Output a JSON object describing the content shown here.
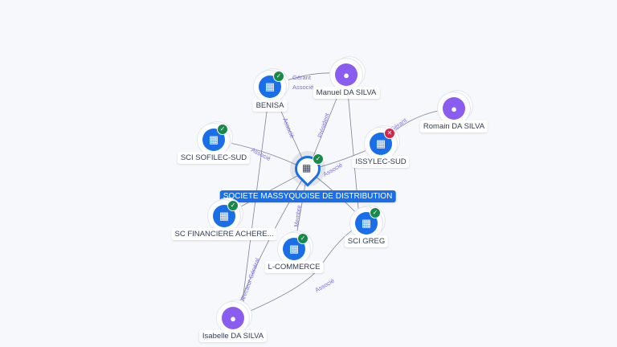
{
  "central": {
    "name": "SOCIETE MASSYQUOISE DE DISTRIBUTION",
    "icon": "building-icon",
    "status": "active"
  },
  "nodes": [
    {
      "id": "benisa",
      "name": "BENISA",
      "type": "company",
      "status": "active"
    },
    {
      "id": "manuel",
      "name": "Manuel DA SILVA",
      "type": "person"
    },
    {
      "id": "romain",
      "name": "Romain DA SILVA",
      "type": "person"
    },
    {
      "id": "sofilec",
      "name": "SCI SOFILEC-SUD",
      "type": "company",
      "status": "active"
    },
    {
      "id": "issylec",
      "name": "ISSYLEC-SUD",
      "type": "company",
      "status": "closed"
    },
    {
      "id": "financiere",
      "name": "SC FINANCIERE ACHERE...",
      "type": "company",
      "status": "active"
    },
    {
      "id": "greg",
      "name": "SCI GREG",
      "type": "company",
      "status": "active"
    },
    {
      "id": "lcommerce",
      "name": "L-COMMERCE",
      "type": "company",
      "status": "active"
    },
    {
      "id": "isabelle",
      "name": "Isabelle DA SILVA",
      "type": "person"
    }
  ],
  "edge_labels": {
    "gerant": "Gérant",
    "associe": "Associé",
    "president": "Président",
    "membre": "Membre",
    "dg": "Directeur Général"
  },
  "colors": {
    "company": "#1a6fe8",
    "person": "#8a5cf0",
    "active": "#178a4a",
    "closed": "#d9234a"
  }
}
